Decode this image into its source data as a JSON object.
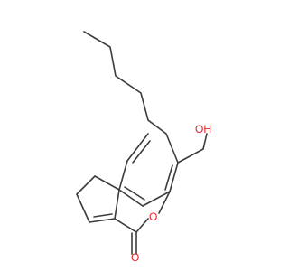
{
  "molecule": {
    "atoms": {
      "hydroxyl": "OH",
      "ring_oxygen": "O",
      "carbonyl_oxygen": "O"
    },
    "heteroatom_color": "#e8202a",
    "bond_color": "#3c3c3c"
  }
}
